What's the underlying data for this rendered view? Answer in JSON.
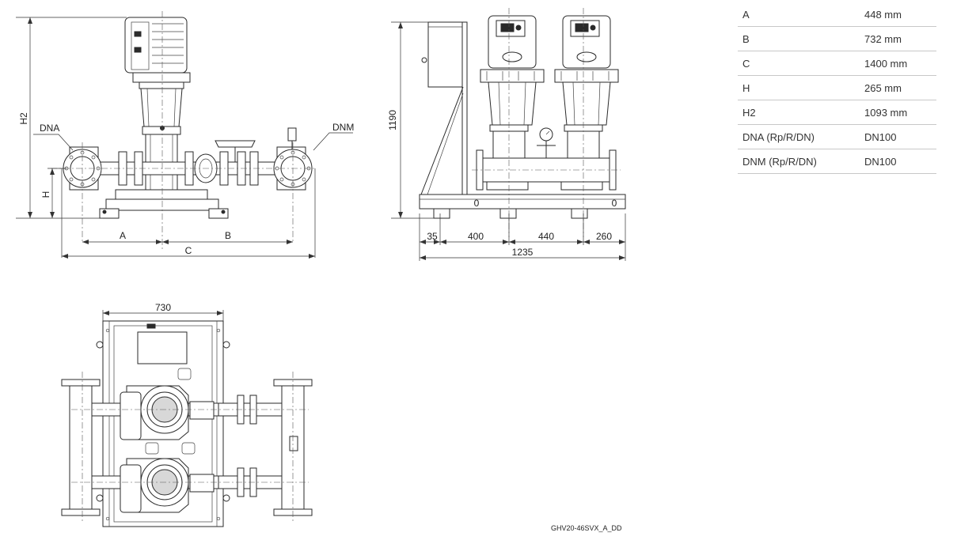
{
  "specs": [
    {
      "label": "A",
      "value": "448 mm"
    },
    {
      "label": "B",
      "value": "732 mm"
    },
    {
      "label": "C",
      "value": "1400 mm"
    },
    {
      "label": "H",
      "value": "265 mm"
    },
    {
      "label": "H2",
      "value": "1093 mm"
    },
    {
      "label": "DNA (Rp/R/DN)",
      "value": "DN100"
    },
    {
      "label": "DNM (Rp/R/DN)",
      "value": "DN100"
    }
  ],
  "front_view": {
    "dim_a": "A",
    "dim_b": "B",
    "dim_c": "C",
    "dim_h": "H",
    "dim_h2": "H2",
    "label_dna": "DNA",
    "label_dnm": "DNM"
  },
  "side_view": {
    "height": "1190",
    "segments": [
      "35",
      "400",
      "440",
      "260"
    ],
    "total": "1235",
    "zero_left": "0",
    "zero_right": "0"
  },
  "top_view": {
    "width": "730"
  },
  "drawing_code": "GHV20-46SVX_A_DD"
}
